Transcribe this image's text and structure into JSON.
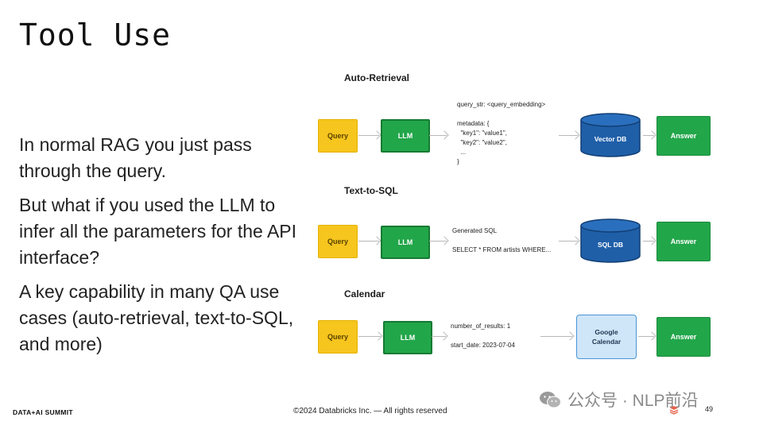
{
  "slide": {
    "title": "Tool Use",
    "paragraphs": [
      "In normal RAG you just pass through the query.",
      "But what if you used the LLM to infer all the parameters for the API interface?",
      "A key capability in many QA use cases (auto-retrieval, text-to-SQL, and more)"
    ]
  },
  "diagram": {
    "auto_retrieval": {
      "title": "Auto-Retrieval",
      "query": "Query",
      "llm": "LLM",
      "code_lines": [
        "query_str: <query_embedding>",
        "",
        "metadata: {",
        "  \"key1\": \"value1\",",
        "  \"key2\": \"value2\",",
        "  ...",
        "}"
      ],
      "db": "Vector DB",
      "answer": "Answer"
    },
    "text_to_sql": {
      "title": "Text-to-SQL",
      "query": "Query",
      "llm": "LLM",
      "code_lines": [
        "Generated SQL",
        "",
        "SELECT * FROM artists WHERE..."
      ],
      "db": "SQL DB",
      "answer": "Answer"
    },
    "calendar": {
      "title": "Calendar",
      "query": "Query",
      "llm": "LLM",
      "code_lines": [
        "number_of_results: 1",
        "",
        "start_date: 2023-07-04"
      ],
      "tool": "Google\nCalendar",
      "answer": "Answer"
    }
  },
  "footer": {
    "brand": "DATA+AI SUMMIT",
    "copyright": "©2024 Databricks Inc. — All rights reserved",
    "page_number": "49",
    "watermark": "公众号 · NLP前沿"
  },
  "colors": {
    "query": "#f6c51e",
    "llm": "#22a64a",
    "db": "#1f5fa8",
    "calendar": "#cfe6f9"
  }
}
